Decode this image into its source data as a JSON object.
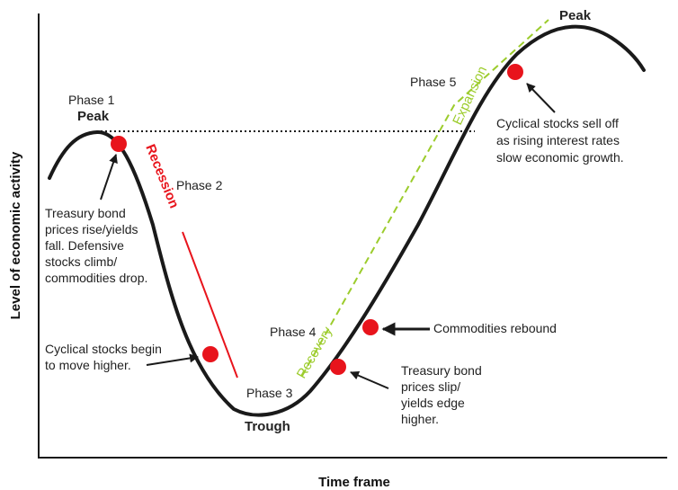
{
  "axes": {
    "x_label": "Time frame",
    "y_label": "Level of economic activity"
  },
  "phases": {
    "phase1": "Phase 1",
    "phase1_name": "Peak",
    "phase2": "Phase 2",
    "phase3": "Phase 3",
    "phase3_name": "Trough",
    "phase4": "Phase 4",
    "phase5": "Phase 5",
    "peak_right": "Peak"
  },
  "trends": {
    "recession": "Recession",
    "recovery": "Recovery",
    "expansion": "Expansion"
  },
  "annotations": {
    "treasury_rise": [
      "Treasury bond",
      "prices rise/yields",
      "fall. Defensive",
      "stocks climb/",
      "commodities drop."
    ],
    "cyclical_begin": [
      "Cyclical stocks begin",
      "to move higher."
    ],
    "treasury_slip": [
      "Treasury bond",
      "prices slip/",
      "yields edge",
      "higher."
    ],
    "commodities_rebound": [
      "Commodities rebound"
    ],
    "cyclical_selloff": [
      "Cyclical stocks sell off",
      "as rising interest rates",
      "slow economic growth."
    ]
  },
  "colors": {
    "curve": "#1a1a1a",
    "marker": "#e8141c",
    "recession": "#e8141c",
    "recovery": "#9ccc2c",
    "arrow": "#1a1a1a"
  }
}
